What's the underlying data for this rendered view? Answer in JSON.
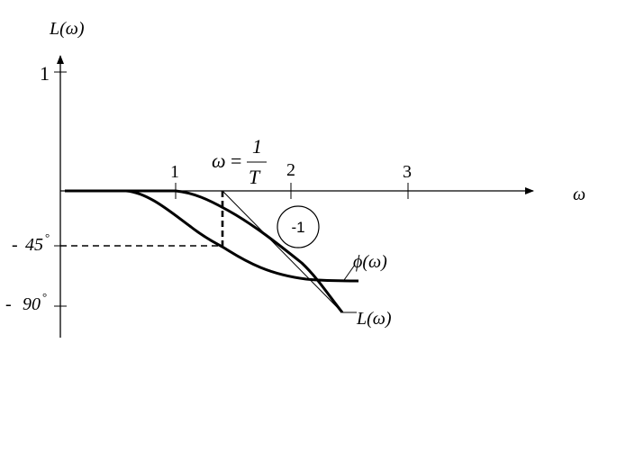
{
  "axes": {
    "y_label": "L(ω)",
    "x_label": "ω"
  },
  "ticks": {
    "y_one": "1",
    "x": [
      "1",
      "2",
      "3"
    ]
  },
  "phase_labels": {
    "minus45_sign": "-",
    "minus45_value": "45",
    "minus90_sign": "-",
    "minus90_value": "90",
    "degree": "°"
  },
  "corner": {
    "omega": "ω",
    "equals": "=",
    "numerator": "1",
    "denominator": "T"
  },
  "slope_badge": "-1",
  "curve_labels": {
    "phase": "ϕ(ω)",
    "magnitude": "L(ω)"
  }
}
